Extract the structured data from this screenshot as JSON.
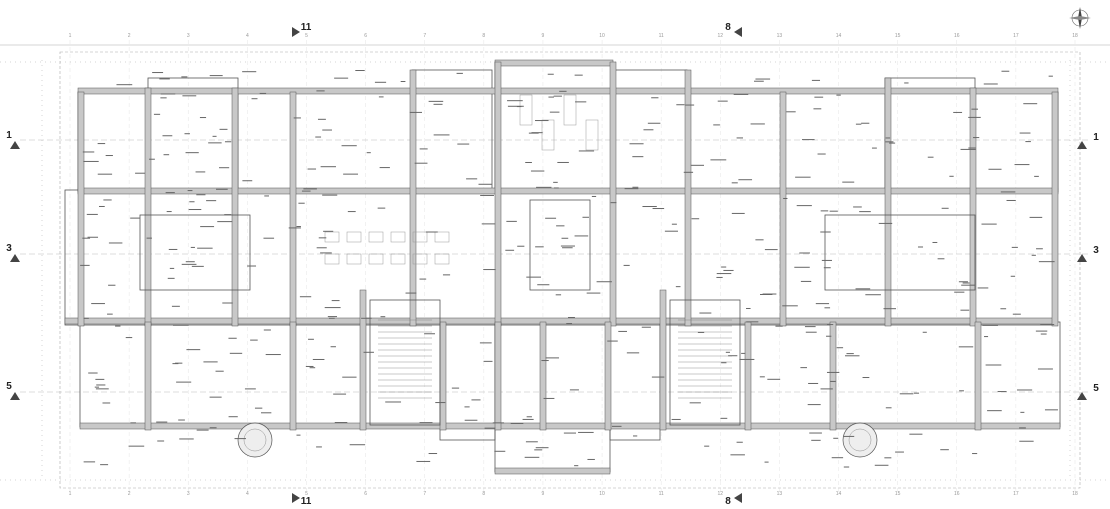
{
  "section_markers": {
    "left": [
      "1",
      "3",
      "5"
    ],
    "right": [
      "1",
      "3",
      "5"
    ],
    "top": [
      "11",
      "8"
    ],
    "bottom": [
      "11",
      "8"
    ]
  },
  "grid_columns": [
    "1",
    "2",
    "3",
    "4",
    "5",
    "6",
    "7",
    "8",
    "9",
    "10",
    "11",
    "12",
    "13",
    "14",
    "15",
    "16",
    "17",
    "18"
  ],
  "colors": {
    "wall": "#c8c8c8",
    "line": "#555555",
    "marker": "#444444",
    "grid": "#aaaaaa"
  },
  "icons": {
    "compass": "north-arrow-icon",
    "section": "section-marker-triangle-icon"
  }
}
